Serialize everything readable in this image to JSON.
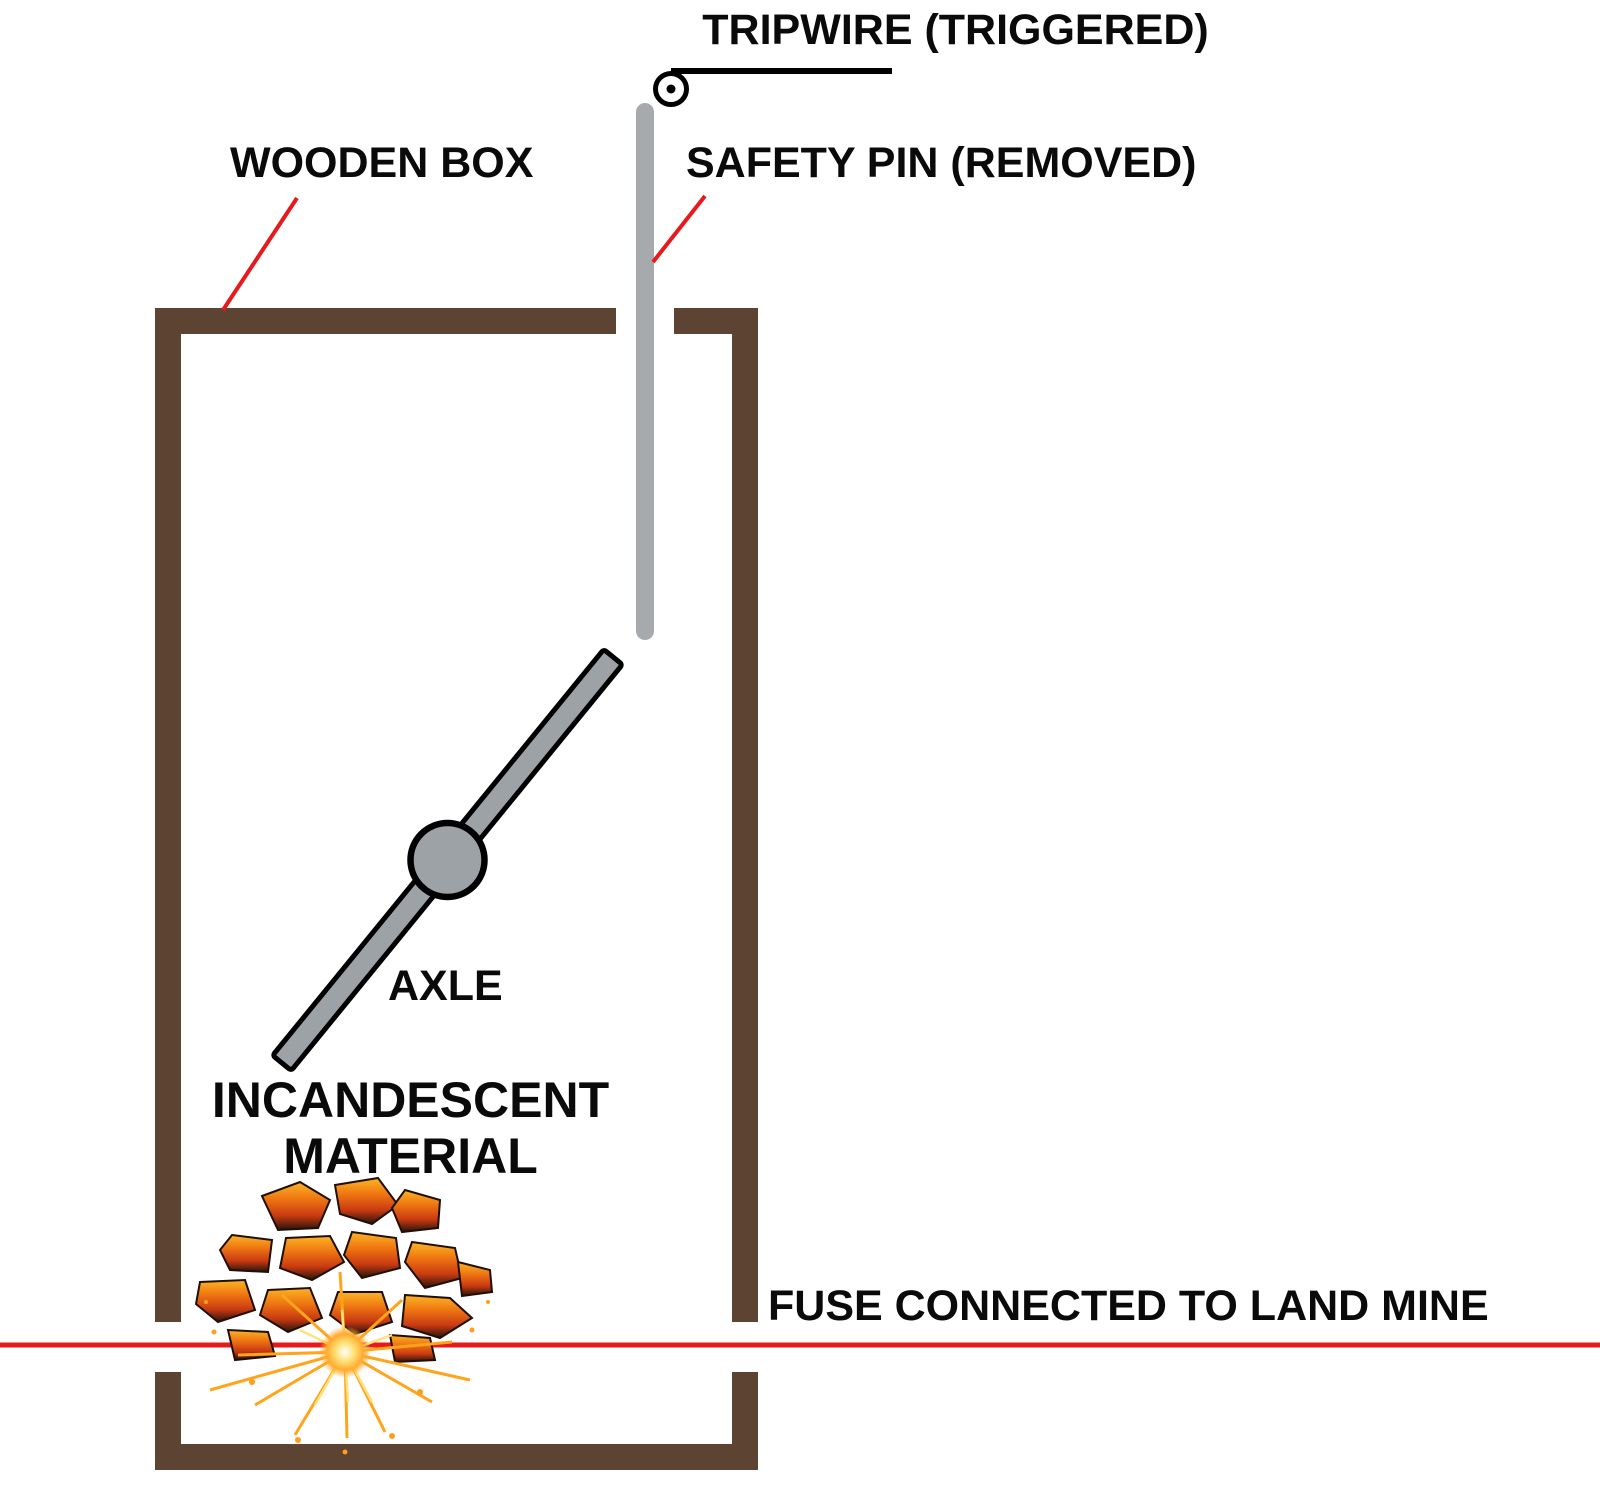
{
  "labels": {
    "tripwire": "TRIPWIRE (TRIGGERED)",
    "wooden_box": "WOODEN BOX",
    "safety_pin": "SAFETY PIN (REMOVED)",
    "axle": "AXLE",
    "incandescent_material": "INCANDESCENT MATERIAL",
    "fuse": "FUSE CONNECTED TO LAND MINE"
  },
  "colors": {
    "box_brown": "#5c4332",
    "pin_gray": "#a6aaad",
    "axle_gray": "#9da2a7",
    "red_line": "#e8191c",
    "tripwire_black": "#000000"
  }
}
